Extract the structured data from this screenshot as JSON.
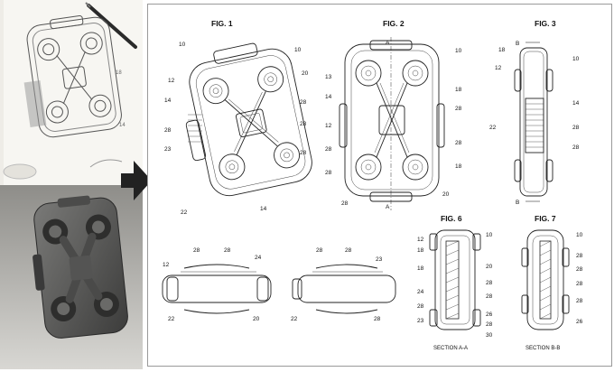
{
  "figures": {
    "fig1": "FIG. 1",
    "fig2": "FIG. 2",
    "fig3": "FIG. 3",
    "fig6": "FIG. 6",
    "fig7": "FIG. 7"
  },
  "captions": {
    "section_aa": "SECTION A-A",
    "section_bb": "SECTION B-B"
  },
  "section_marks": {
    "a": "A",
    "b": "B"
  },
  "sketch_labels": {
    "l18": "18",
    "l14": "14"
  },
  "refs": {
    "f1": [
      "10",
      "10",
      "12",
      "20",
      "14",
      "28",
      "28",
      "28",
      "23",
      "28",
      "22",
      "14"
    ],
    "f2": [
      "10",
      "13",
      "18",
      "14",
      "28",
      "12",
      "28",
      "28",
      "18",
      "28",
      "20",
      "28"
    ],
    "f3": [
      "18",
      "10",
      "12",
      "14",
      "22",
      "28",
      "28"
    ],
    "f4": [
      "28",
      "28",
      "24",
      "12",
      "22",
      "20"
    ],
    "f5": [
      "28",
      "28",
      "23",
      "22",
      "28"
    ],
    "f6": [
      "12",
      "10",
      "18",
      "18",
      "20",
      "28",
      "24",
      "28",
      "28",
      "26",
      "23",
      "28",
      "30"
    ],
    "f7": [
      "10",
      "28",
      "28",
      "28",
      "28",
      "26"
    ]
  },
  "colors": {
    "arrow": "#222222",
    "sheet_border": "#9a9a9a",
    "render_body": "#5d5d5b",
    "sketch_paper": "#f4f3ef"
  },
  "icons": {
    "pointer": "arrow-right-icon"
  }
}
